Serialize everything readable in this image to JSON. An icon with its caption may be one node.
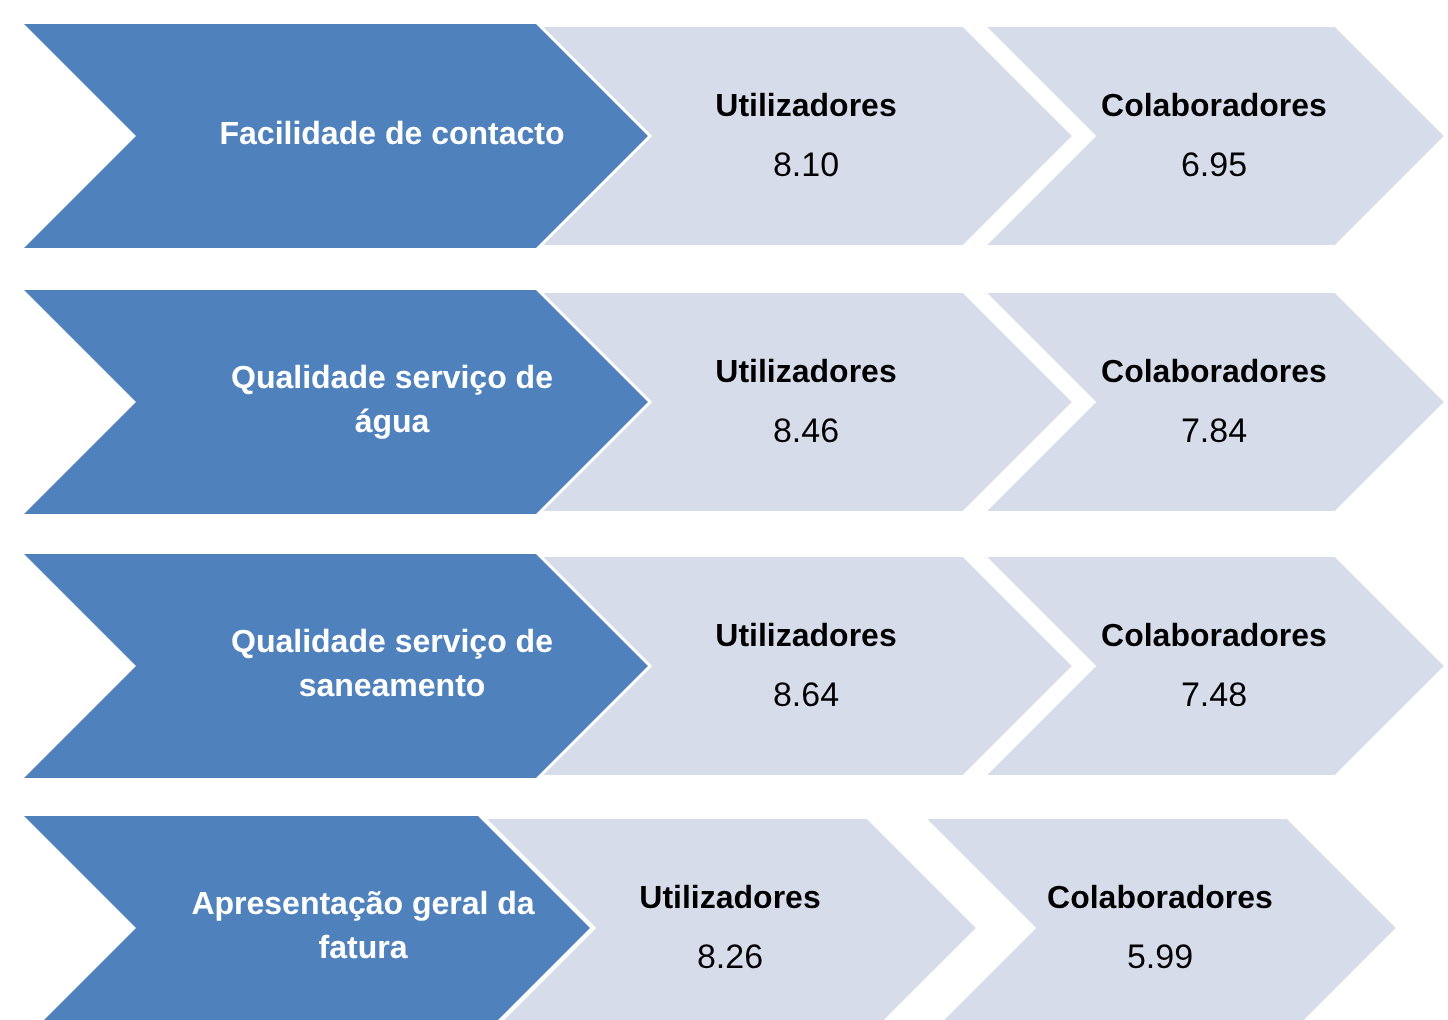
{
  "diagram": {
    "nodes": [
      {
        "text": [
          "Facilidade de contacto"
        ]
      },
      {
        "text": [
          "Utilizadores",
          "8.10"
        ]
      },
      {
        "text": [
          "Colaboradores",
          "6.95"
        ]
      },
      {
        "text": [
          "Qualidade serviço de água"
        ]
      },
      {
        "text": [
          "Utilizadores",
          "8.46"
        ]
      },
      {
        "text": [
          "Colaboradores",
          "7.84"
        ]
      },
      {
        "text": [
          "Qualidade serviço de saneamento"
        ]
      },
      {
        "text": [
          "Utilizadores",
          "8.64"
        ]
      },
      {
        "text": [
          "Colaboradores",
          "7.48"
        ]
      },
      {
        "text": [
          "Apresentação geral da fatura"
        ]
      },
      {
        "text": [
          "Utilizadores",
          "8.26"
        ]
      },
      {
        "text": [
          "Colaboradores",
          "5.99"
        ]
      }
    ],
    "edges": []
  }
}
